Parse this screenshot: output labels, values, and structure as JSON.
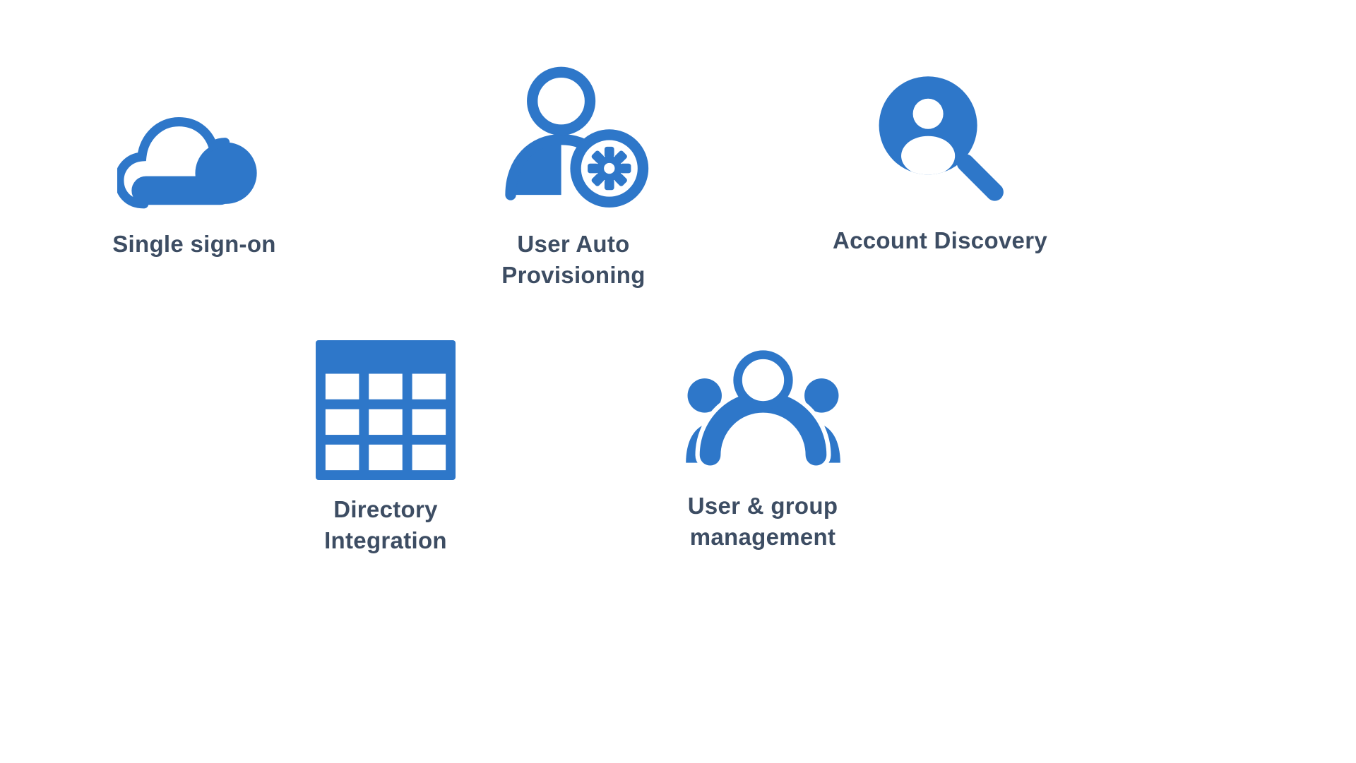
{
  "page": {
    "title": "Identity features diagram",
    "background": "#FFFFFF"
  },
  "colors": {
    "accent_blue": "#2E77C9",
    "label_text": "#3D4D63"
  },
  "features": [
    {
      "id": "single-sign-on",
      "icon": "cloud-icon",
      "lines": [
        "Single sign-on"
      ]
    },
    {
      "id": "user-auto-provisioning",
      "icon": "user-gear-icon",
      "lines": [
        "User Auto",
        "Provisioning"
      ]
    },
    {
      "id": "account-discovery",
      "icon": "magnifier-user-icon",
      "lines": [
        "Account Discovery"
      ]
    },
    {
      "id": "directory-integration",
      "icon": "table-grid-icon",
      "lines": [
        "Directory",
        "Integration"
      ]
    },
    {
      "id": "user-group-management",
      "icon": "people-group-icon",
      "lines": [
        "User & group",
        "management"
      ]
    }
  ]
}
